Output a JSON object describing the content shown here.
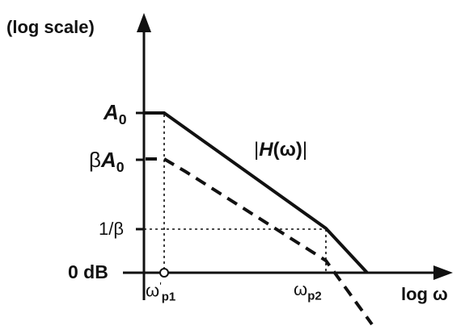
{
  "y_axis_label": "(log scale)",
  "x_axis_label": "log ω",
  "ticks": {
    "a0": {
      "main": "A",
      "sub": "0"
    },
    "beta_a0": {
      "prefix": "β",
      "main": "A",
      "sub": "0"
    },
    "one_over_beta": {
      "main": "1/β"
    },
    "zero_db": {
      "main": "0 dB"
    }
  },
  "x_ticks": {
    "wp1": {
      "main": "ω",
      "prime": "'",
      "sub": "p1"
    },
    "wp2": {
      "main": "ω",
      "sub": "p2"
    }
  },
  "curve_label": {
    "left": "|",
    "fn": "H",
    "arg": "(ω)",
    "right": "|"
  },
  "colors": {
    "ink": "#111111",
    "background": "#ffffff"
  }
}
